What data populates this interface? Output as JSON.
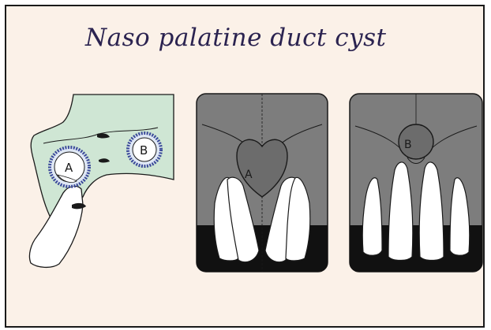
{
  "slide": {
    "title": "Naso palatine duct cyst"
  },
  "figures": {
    "sagittal": {
      "label_a": "A",
      "label_b": "B"
    },
    "radiograph_a": {
      "label": "A"
    },
    "radiograph_b": {
      "label": "B"
    }
  },
  "colors": {
    "background": "#fbf1e8",
    "title": "#2b2350",
    "bone_green": "#cfe6d4",
    "film_gray": "#7d7d7d",
    "film_dark": "#111111",
    "tooth_white": "#ffffff",
    "cyst_ring": "#3b4a9a"
  }
}
